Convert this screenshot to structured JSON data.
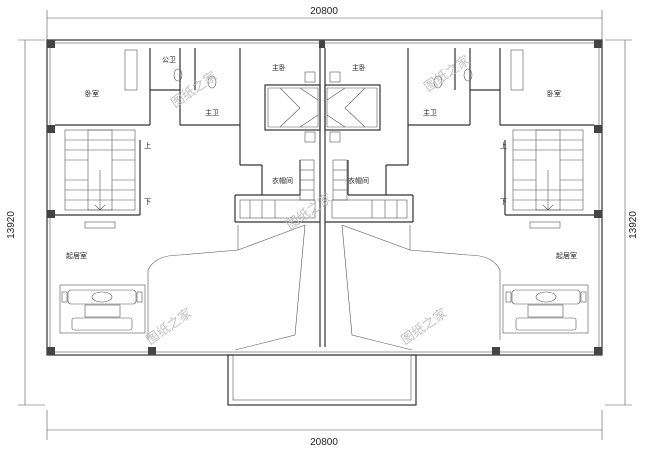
{
  "dimensions": {
    "top": "20800",
    "bottom": "20800",
    "left": "13920",
    "right": "13920"
  },
  "rooms": {
    "bedroom_left": "卧室",
    "bedroom_right": "卧室",
    "public_bath": "公卫",
    "master_bath_left": "主卫",
    "master_bath_right": "主卫",
    "master_left": "主卧",
    "master_right": "主卧",
    "closet_left": "衣帽间",
    "closet_right": "衣帽间",
    "living_left": "起居室",
    "living_right": "起居室",
    "up_left": "上",
    "down_left": "下",
    "up_right": "上",
    "down_right": "下"
  },
  "watermark": "图纸之家"
}
